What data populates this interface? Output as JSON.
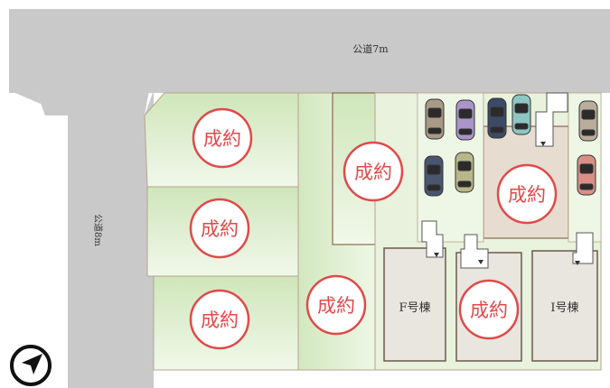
{
  "roads": {
    "top_label": "公道7m",
    "left_label": "公道8m"
  },
  "stamp_text": "成約",
  "plots": [
    {
      "id": "plot-a",
      "status": "成約"
    },
    {
      "id": "plot-b",
      "status": "成約"
    },
    {
      "id": "plot-c",
      "status": "成約"
    },
    {
      "id": "plot-d",
      "status": "成約"
    },
    {
      "id": "plot-e",
      "status": "成約"
    },
    {
      "id": "plot-f-land",
      "status": "成約"
    },
    {
      "id": "plot-g",
      "status": "成約"
    }
  ],
  "buildings": {
    "f": "F号棟",
    "i": "I号棟"
  },
  "colors": {
    "road": "#c8c8c8",
    "lot_green": "#d6ebc4",
    "lot_green_light": "#e6f3d8",
    "lot_border": "#8a6a52",
    "building": "#e9e6df",
    "stamp_red": "#e04a4a"
  },
  "icons": {
    "compass": "north-arrow-icon",
    "car": "car-icon",
    "parking": "parking-marker-icon"
  }
}
